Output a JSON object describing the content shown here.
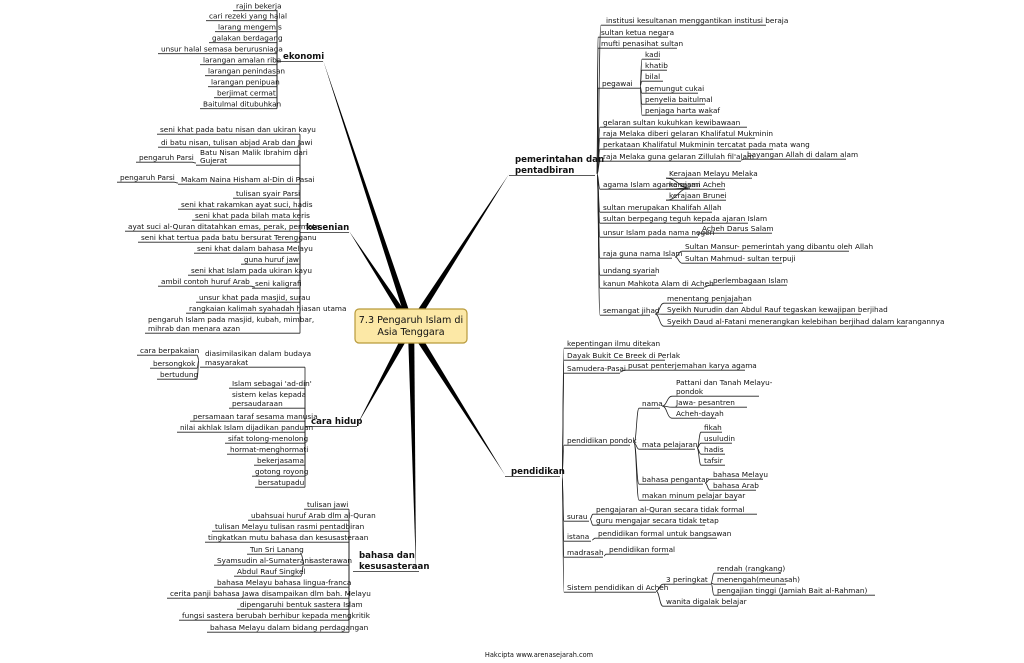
{
  "center": {
    "lines": [
      "7.3 Pengaruh Islam di",
      "Asia Tenggara"
    ],
    "fill": "#fce8a6",
    "border": "#b89a3b"
  },
  "footer": "Hakcipta www.arenasejarah.com",
  "branches": {
    "ekonomi": {
      "label": [
        "ekonomi"
      ],
      "items": [
        "rajin bekerja",
        "cari rezeki yang halal",
        "larang mengemis",
        "galakan berdagang",
        "unsur halal semasa berurusniaga",
        "larangan amalan riba",
        "larangan penindasan",
        "larangan penipuan",
        "berjimat cermat",
        "Baitulmal ditubuhkan"
      ]
    },
    "kesenian": {
      "label": [
        "kesenian"
      ],
      "items": [
        "seni khat pada batu nisan dan ukiran kayu",
        "di batu nisan, tulisan abjad Arab dan Jawi",
        "Batu Nisan Malik Ibrahim dari",
        "Gujerat",
        "pengaruh Parsi",
        "pengaruh Parsi",
        "Makam Naina Hisham al-Din di Pasai",
        "tulisan syair Parsi",
        "seni khat rakamkan ayat suci, hadis",
        "seni khat pada bilah mata keris",
        "ayat suci al-Quran ditatahkan emas, perak, permata",
        "seni khat tertua pada batu  bersurat Terengganu",
        "seni khat dalam bahasa Melayu",
        "guna huruf jawi",
        "seni khat Islam pada ukiran kayu",
        "ambil contoh huruf Arab",
        "seni kaligrafi",
        "unsur khat pada masjid, surau",
        "rangkaian kalimah syahadah hiasan utama",
        "pengaruh Islam pada masjid, kubah, mimbar,",
        "mihrab dan menara azan"
      ]
    },
    "cara": {
      "label": [
        "cara hidup"
      ],
      "items": [
        "cara berpakaian",
        "bersongkok",
        "bertudung",
        "diasimilasikan dalam budaya",
        "masyarakat",
        "Islam sebagai 'ad-din'",
        "sistem kelas kepada",
        "persaudaraan",
        "persamaan taraf sesama manusia",
        "nilai akhlak Islam dijadikan panduan",
        "sifat tolong-menolong",
        "hormat-menghormati",
        "bekerjasama",
        "gotong royong",
        "bersatupadu"
      ]
    },
    "bahasa": {
      "label": [
        "bahasa dan",
        "kesusasteraan"
      ],
      "items": [
        "tulisan jawi",
        "ubahsuai huruf Arab dlm al-Quran",
        "tulisan Melayu tulisan rasmi pentadbiran",
        "tingkatkan mutu bahasa dan kesusasteraan",
        "Tun Sri Lanang",
        "Syamsudin al-Sumaterani",
        "Abdul Rauf Singkel",
        "sasterawan",
        "bahasa Melayu bahasa lingua-franca",
        "cerita panji bahasa Jawa disampaikan dlm bah. Melayu",
        "dipengaruhi bentuk sastera Islam",
        "fungsi sastera berubah berhibur kepada mengkritik",
        "bahasa Melayu dalam bidang perdagangan"
      ]
    },
    "pemerintahan": {
      "label": [
        "pemerintahan dan",
        "pentadbiran"
      ],
      "items": [
        "institusi kesultanan menggantikan institusi beraja",
        "sultan ketua negara",
        "mufti penasihat sultan",
        "pegawai",
        "kadi",
        "khatib",
        "bilal",
        "pemungut cukai",
        "penyelia baitulmal",
        "penjaga harta wakaf",
        "gelaran sultan kukuhkan kewibawaan",
        "raja Melaka diberi gelaran Khalifatul Mukminin",
        "perkataan Khalifatul Mukminin tercatat pada mata wang",
        "raja Melaka guna gelaran Zillulah fil'alam",
        "bayangan Allah di dalam alam",
        "agama Islam agama rasmi",
        "Kerajaan Melayu Melaka",
        "kerajaan Acheh",
        "kerajaan Brunei",
        "sultan merupakan Khalifah Allah",
        "sultan berpegang teguh kepada ajaran Islam",
        "unsur Islam pada nama negeri",
        "Acheh Darus Salam",
        "raja guna nama Islam",
        "Sultan Mansur- pemerintah yang dibantu oleh Allah",
        "Sultan Mahmud- sultan terpuji",
        "undang syariah",
        "kanun Mahkota Alam di Acheh",
        "perlembagaan Islam",
        "semangat jihad",
        "menentang penjajahan",
        "Syeikh Nurudin dan Abdul Rauf tegaskan kewajipan berjihad",
        "Syeikh Daud al-Fatani menerangkan kelebihan berjihad dalam karangannya"
      ]
    },
    "pendidikan": {
      "label": [
        "pendidikan"
      ],
      "items": [
        "kepentingan ilmu ditekan",
        "Dayak Bukit Ce Breek di Perlak",
        "Samudera-Pasai",
        "pusat penterjemahan karya agama",
        "pendidikan  pondok",
        "nama",
        "Pattani dan Tanah Melayu-",
        "pondok",
        "Jawa- pesantren",
        "Acheh-dayah",
        "mata pelajaran",
        "fikah",
        "usuludin",
        "hadis",
        "tafsir",
        "bahasa pengantar",
        "bahasa Melayu",
        "bahasa Arab",
        "makan minum pelajar bayar",
        "surau",
        "pengajaran al-Quran secara tidak formal",
        "guru mengajar secara tidak tetap",
        "istana",
        "pendidikan formal untuk bangsawan",
        "madrasah",
        "pendidikan formal",
        "Sistem pendidikan di Acheh",
        "3 peringkat",
        "rendah (rangkang)",
        "menengah(meunasah)",
        "pengajian tinggi (Jamiah Bait al-Rahman)",
        "wanita digalak belajar"
      ]
    }
  }
}
